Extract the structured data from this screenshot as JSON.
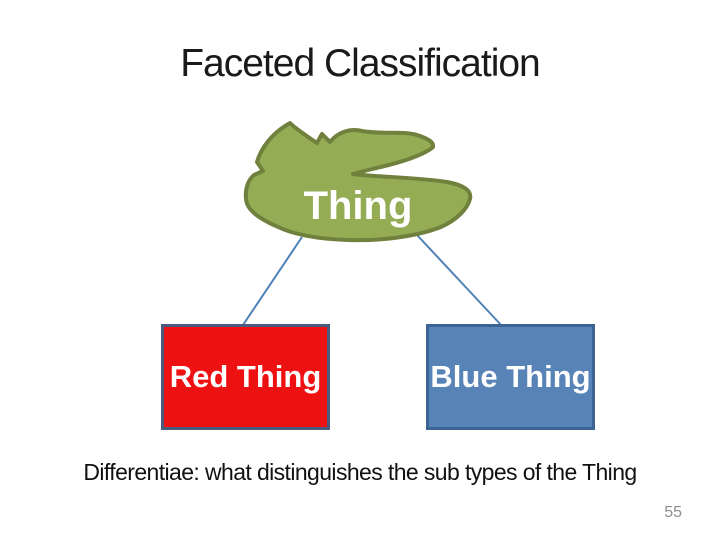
{
  "slide": {
    "title": "Faceted Classification",
    "caption": "Differentiae: what distinguishes the sub types of the Thing",
    "page_number": "55"
  },
  "diagram": {
    "root": {
      "label": "Thing",
      "shape": "freeform-blob",
      "fill": "#94ad55",
      "outline": "#70803d",
      "text_color": "#ffffff"
    },
    "children": [
      {
        "label": "Red Thing",
        "shape": "rectangle",
        "fill": "#ee1111",
        "border": "#4b5b7d",
        "text_color": "#ffffff"
      },
      {
        "label": "Blue Thing",
        "shape": "rectangle",
        "fill": "#5783b7",
        "border": "#3d6392",
        "text_color": "#ffffff"
      }
    ],
    "connector_color": "#5081b5"
  },
  "colors": {
    "background": "#ffffff",
    "title_text": "#1a1a1a",
    "caption_text": "#111111",
    "page_number_text": "#8e8e8e"
  }
}
